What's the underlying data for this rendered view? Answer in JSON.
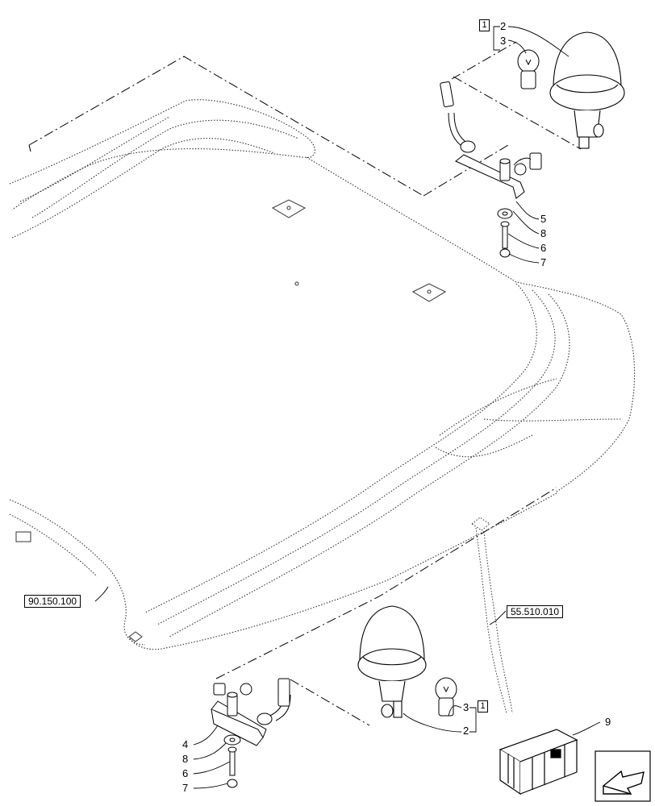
{
  "callouts": {
    "top": {
      "group_ref": "1",
      "item_2": "2",
      "item_3": "3"
    },
    "top_bracket": {
      "item_5": "5",
      "item_8": "8",
      "item_6": "6",
      "item_7": "7"
    },
    "bottom_beacon": {
      "item_3": "3",
      "item_2": "2",
      "group_ref": "1"
    },
    "bottom_bracket": {
      "item_4": "4",
      "item_8": "8",
      "item_6": "6",
      "item_7": "7"
    },
    "kit": {
      "item_9": "9"
    }
  },
  "references": {
    "left": "90.150.100",
    "right": "55.510.010"
  },
  "nav_icon": "arrow-direction-icon"
}
